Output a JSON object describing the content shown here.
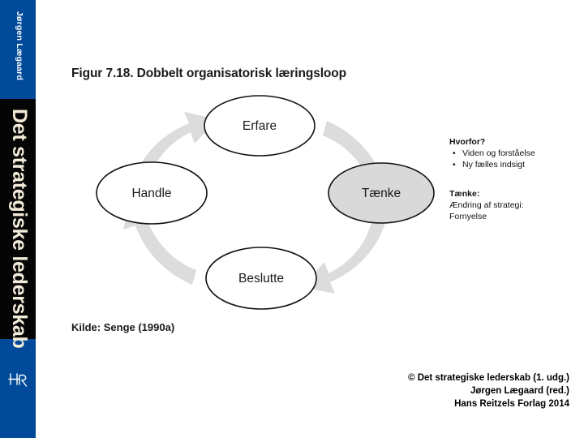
{
  "sidebar": {
    "author": "Jørgen Lægaard",
    "book_title": "Det strategiske lederskab",
    "logo_name": "hr-publisher-logo",
    "colors": {
      "blue": "#004a99",
      "black": "#050505",
      "cream": "#f2ebd8"
    }
  },
  "slide": {
    "figure_title": "Figur 7.18. Dobbelt organisatorisk læringsloop",
    "source_note": "Kilde: Senge (1990a)"
  },
  "diagram": {
    "type": "cycle",
    "nodes": [
      {
        "id": "erfare",
        "label": "Erfare",
        "position": "top",
        "fill": "#ffffff"
      },
      {
        "id": "taenke",
        "label": "Tænke",
        "position": "right",
        "fill": "#d9d9d9"
      },
      {
        "id": "beslutte",
        "label": "Beslutte",
        "position": "bottom",
        "fill": "#ffffff"
      },
      {
        "id": "handle",
        "label": "Handle",
        "position": "left",
        "fill": "#ffffff"
      }
    ],
    "arrows": [
      {
        "from": "handle",
        "to": "erfare"
      },
      {
        "from": "erfare",
        "to": "taenke"
      },
      {
        "from": "taenke",
        "to": "beslutte"
      },
      {
        "from": "beslutte",
        "to": "handle"
      }
    ],
    "arrow_color": "#dcdcdc",
    "outline_color": "#111111"
  },
  "annotations": {
    "group_1": {
      "heading": "Hvorfor?",
      "items": [
        "Viden og forståelse",
        "Ny fælles indsigt"
      ]
    },
    "group_2": {
      "heading": "Tænke:",
      "lines": [
        "Ændring af strategi:",
        "Fornyelse"
      ]
    }
  },
  "copyright": {
    "line1": "© Det strategiske lederskab (1. udg.)",
    "line2": "Jørgen Lægaard (red.)",
    "line3": "Hans Reitzels Forlag 2014"
  }
}
